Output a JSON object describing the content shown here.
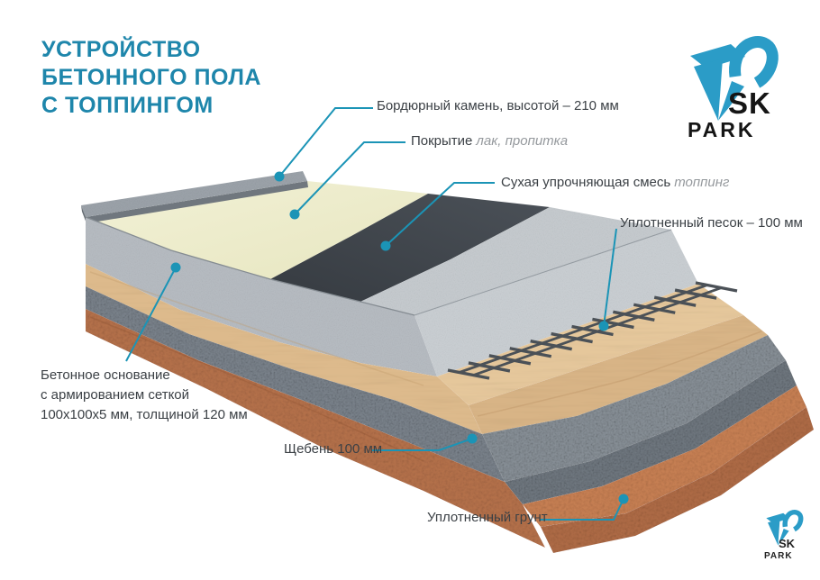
{
  "title": {
    "line1": "УСТРОЙСТВО",
    "line2": "БЕТОННОГО ПОЛА",
    "line3": "С ТОППИНГОМ"
  },
  "logo": {
    "sk": "SK",
    "park": "PARK"
  },
  "watermark": {
    "sk": "SK",
    "park": "PARK"
  },
  "callouts": {
    "border_stone": "Бордюрный камень, высотой – 210 мм",
    "coating": "Покрытие",
    "coating_note": "лак, пропитка",
    "topping": "Сухая упрочняющая смесь",
    "topping_note": "топпинг",
    "sand": "Уплотненный песок – 100 мм",
    "concrete_line1": "Бетонное основание",
    "concrete_line2": "с армированием сеткой",
    "concrete_line3": "100х100х5 мм, толщиной 120 мм",
    "gravel": "Щебень 100 мм",
    "soil": "Уплотненный грунт"
  },
  "colors": {
    "title_blue": "#1e86ab",
    "leader_teal": "#1b94b6",
    "logo_blue": "#2b9cc7",
    "coating_cream": "#edecc9",
    "topping_dark": "#41464c",
    "concrete_gray": "#bcc1c6",
    "sand_beige": "#e3c398",
    "gravel_gray": "#7e868d",
    "soil_brown": "#c07a50",
    "stone_gray": "#99a0a7"
  }
}
